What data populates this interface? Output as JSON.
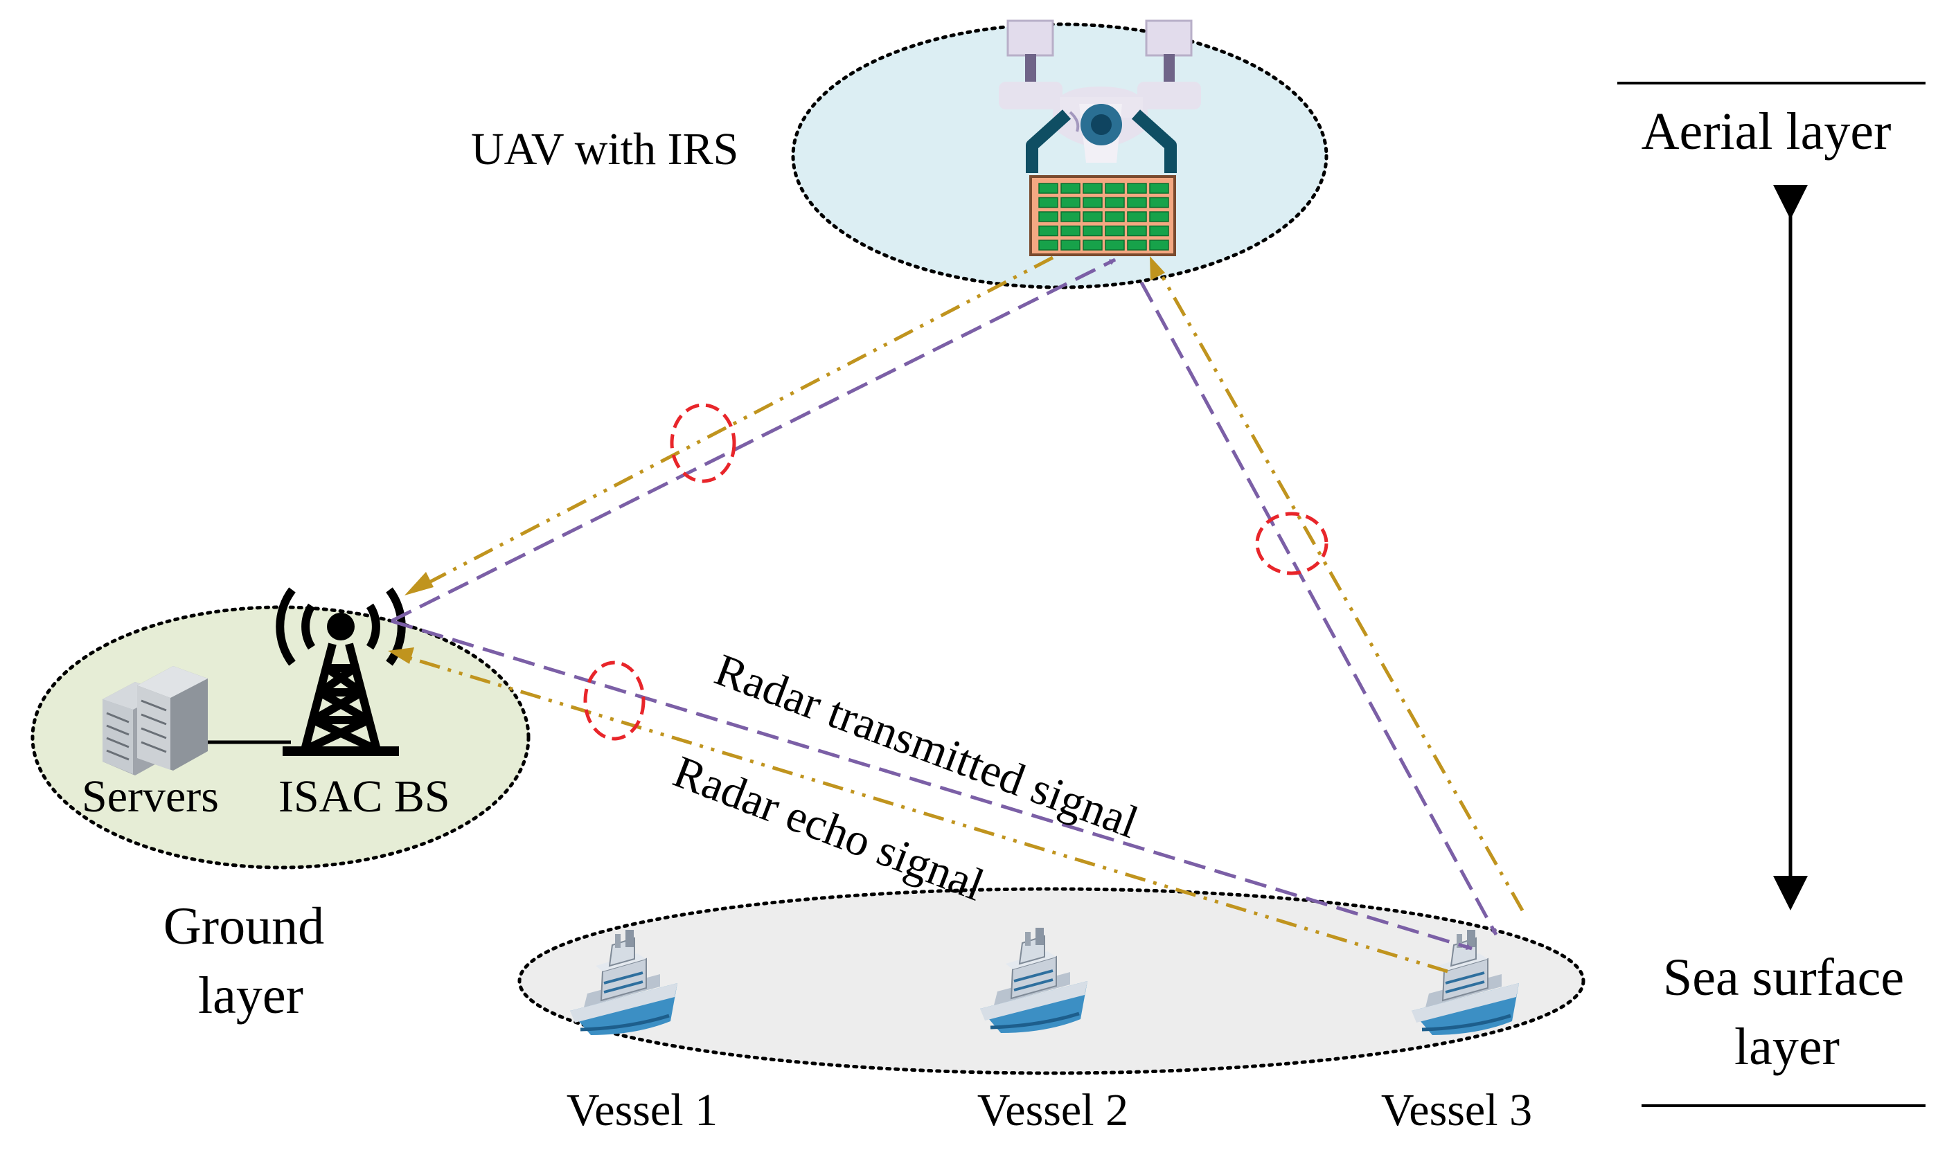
{
  "labels": {
    "uav": "UAV with IRS",
    "servers": "Servers",
    "bs": "ISAC BS",
    "ground_line1": "Ground",
    "ground_line2": "layer",
    "aerial": "Aerial layer",
    "sea_line1": "Sea surface",
    "sea_line2": "layer",
    "radar_tx": "Radar transmitted signal",
    "radar_echo": "Radar echo signal",
    "vessels": [
      "Vessel 1",
      "Vessel 2",
      "Vessel 3"
    ]
  },
  "colors": {
    "transmitted": "#7B5FA6",
    "echo": "#C0941E",
    "interference": "#E8252A",
    "aerial_fill": "#DCEEF3",
    "ground_fill": "#E6EDD6",
    "sea_fill": "#EDEDED",
    "irs_panel": "#F4A882",
    "irs_cell": "#17A24A"
  },
  "icons": {
    "uav": "drone-icon",
    "irs": "irs-panel-icon",
    "bs": "antenna-tower-icon",
    "servers": "server-rack-icon",
    "vessel": "ship-icon"
  }
}
